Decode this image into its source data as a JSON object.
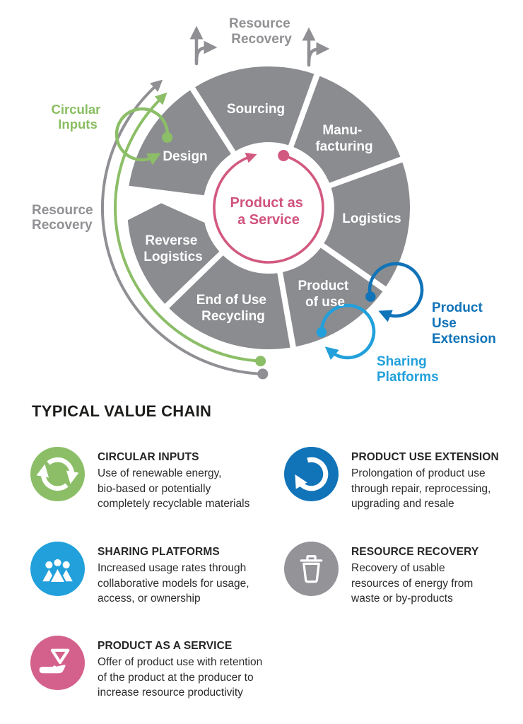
{
  "wheel": {
    "center": {
      "lines": [
        "Product as",
        "a Service"
      ]
    },
    "segments": [
      {
        "name": "sourcing",
        "lines": [
          "Sourcing"
        ]
      },
      {
        "name": "manufacturing",
        "lines": [
          "Manu-",
          "facturing"
        ]
      },
      {
        "name": "logistics",
        "lines": [
          "Logistics"
        ]
      },
      {
        "name": "product-of-use",
        "lines": [
          "Product",
          "of use"
        ]
      },
      {
        "name": "end-of-use-recycling",
        "lines": [
          "End of Use",
          "Recycling"
        ]
      },
      {
        "name": "reverse-logistics",
        "lines": [
          "Reverse",
          "Logistics"
        ]
      },
      {
        "name": "design",
        "lines": [
          "Design"
        ]
      }
    ],
    "annotations": {
      "resource_recovery_top": {
        "lines": [
          "Resource",
          "Recovery"
        ]
      },
      "circular_inputs": {
        "lines": [
          "Circular",
          "Inputs"
        ]
      },
      "resource_recovery_left": {
        "lines": [
          "Resource",
          "Recovery"
        ]
      },
      "product_use_extension": {
        "lines": [
          "Product",
          "Use",
          "Extension"
        ]
      },
      "sharing_platforms": {
        "lines": [
          "Sharing",
          "Platforms"
        ]
      }
    }
  },
  "section": {
    "title": "TYPICAL VALUE CHAIN"
  },
  "legend": {
    "items": [
      {
        "icon": "recycle-icon",
        "color": "#8CBE68",
        "title": "CIRCULAR INPUTS",
        "lines": [
          "Use of renewable energy,",
          "bio-based or potentially",
          "completely recyclable materials"
        ]
      },
      {
        "icon": "rotate-arrow-icon",
        "color": "#1173B8",
        "title": "PRODUCT USE EXTENSION",
        "lines": [
          "Prolongation of product use",
          "through repair, reprocessing,",
          "upgrading and resale"
        ]
      },
      {
        "icon": "people-icon",
        "color": "#21A0DB",
        "title": "SHARING PLATFORMS",
        "lines": [
          "Increased usage rates through",
          "collaborative models for usage,",
          "access, or ownership"
        ]
      },
      {
        "icon": "trash-icon",
        "color": "#939398",
        "title": "RESOURCE RECOVERY",
        "lines": [
          "Recovery of usable",
          "resources of energy from",
          "waste or by-products"
        ]
      },
      {
        "icon": "hand-offering-icon",
        "color": "#D4618C",
        "title": "PRODUCT AS A SERVICE",
        "lines": [
          "Offer of product use with retention",
          "of the product at the producer to",
          "increase resource productivity"
        ]
      }
    ]
  },
  "colors": {
    "wheel_segment_gray": "#8B8C90",
    "annotation_gray": "#919195",
    "green": "#8CBE68",
    "dark_blue": "#1173B8",
    "light_blue": "#21A0DB",
    "pink": "#D2597F",
    "text_dark": "#262626"
  }
}
